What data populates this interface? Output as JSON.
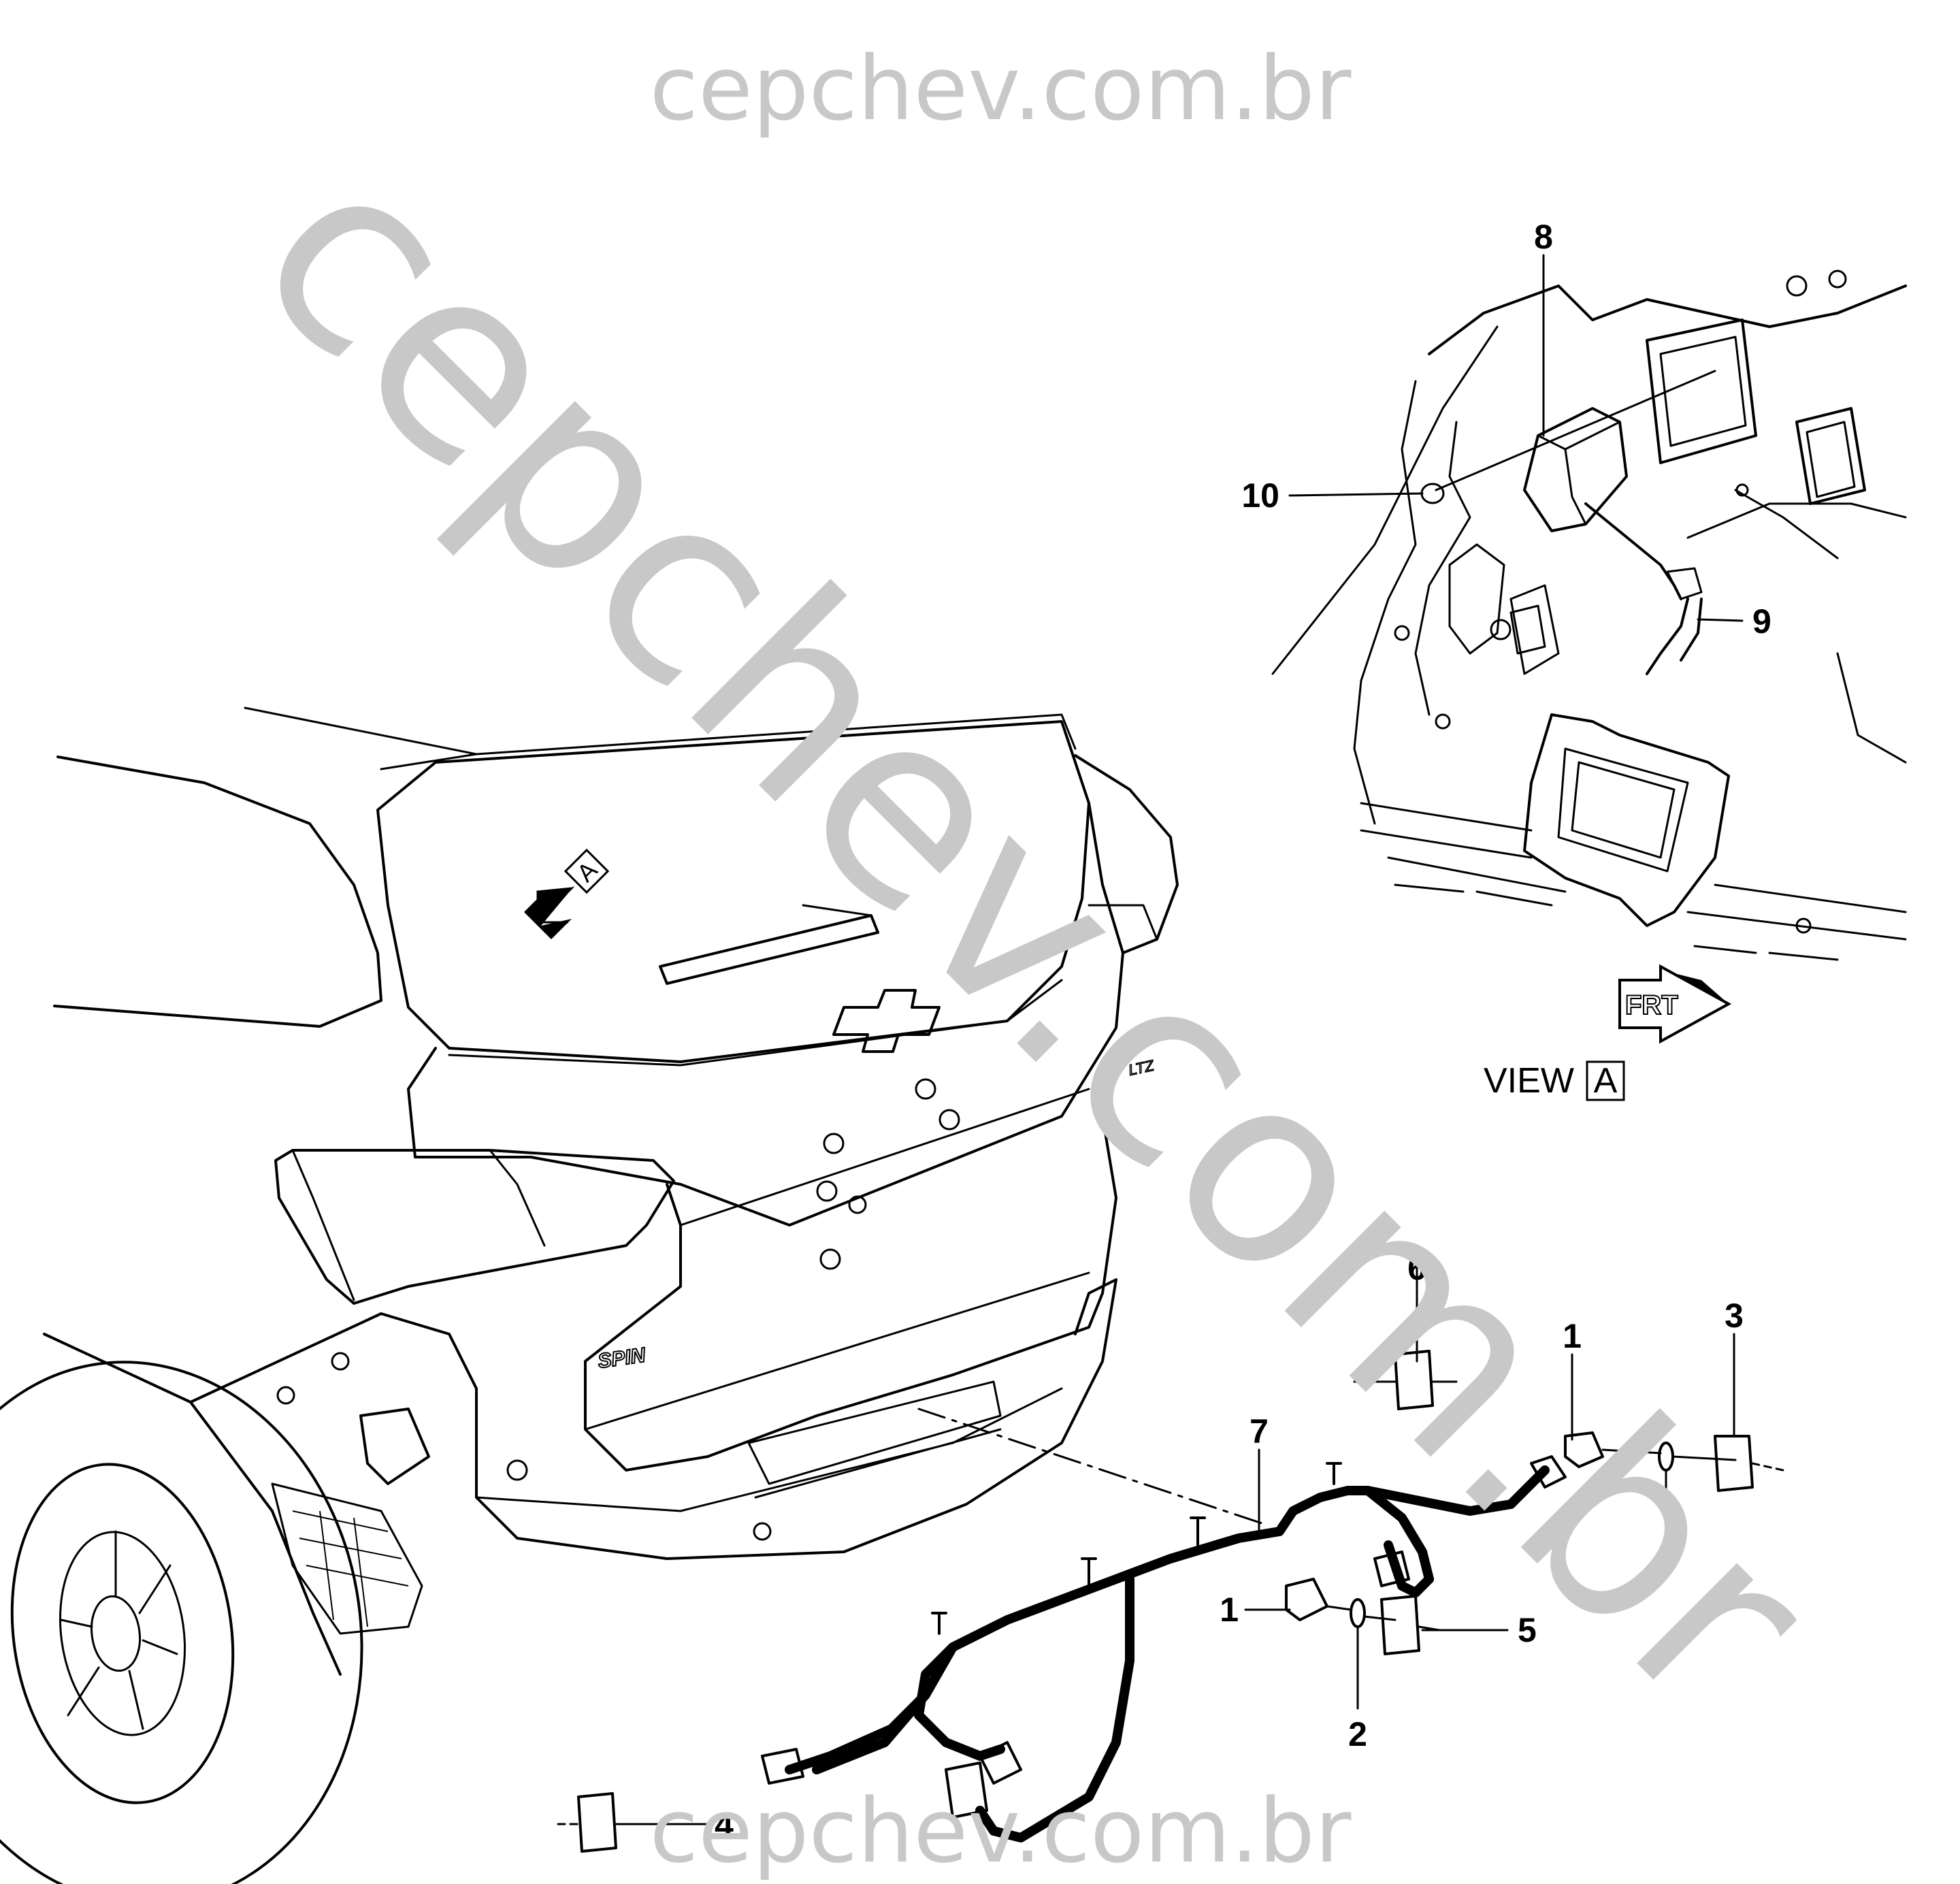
{
  "watermark": {
    "top": "cepchev.com.br",
    "diagonal": "cepchev.com.br",
    "bottom": "cepchev.com.br"
  },
  "view_marker": "A",
  "view_label": {
    "word": "VIEW",
    "letter": "A"
  },
  "front_arrow_text": "FRT",
  "callouts": [
    {
      "id": "c1a",
      "text": "1"
    },
    {
      "id": "c1b",
      "text": "1"
    },
    {
      "id": "c2a",
      "text": "2"
    },
    {
      "id": "c2b",
      "text": "2"
    },
    {
      "id": "c3",
      "text": "3"
    },
    {
      "id": "c4",
      "text": "4"
    },
    {
      "id": "c5",
      "text": "5"
    },
    {
      "id": "c6",
      "text": "6"
    },
    {
      "id": "c7",
      "text": "7"
    },
    {
      "id": "c8",
      "text": "8"
    },
    {
      "id": "c9",
      "text": "9"
    },
    {
      "id": "c10",
      "text": "10"
    }
  ],
  "badges": {
    "spin": "SPIN",
    "ltz": "LTZ"
  }
}
